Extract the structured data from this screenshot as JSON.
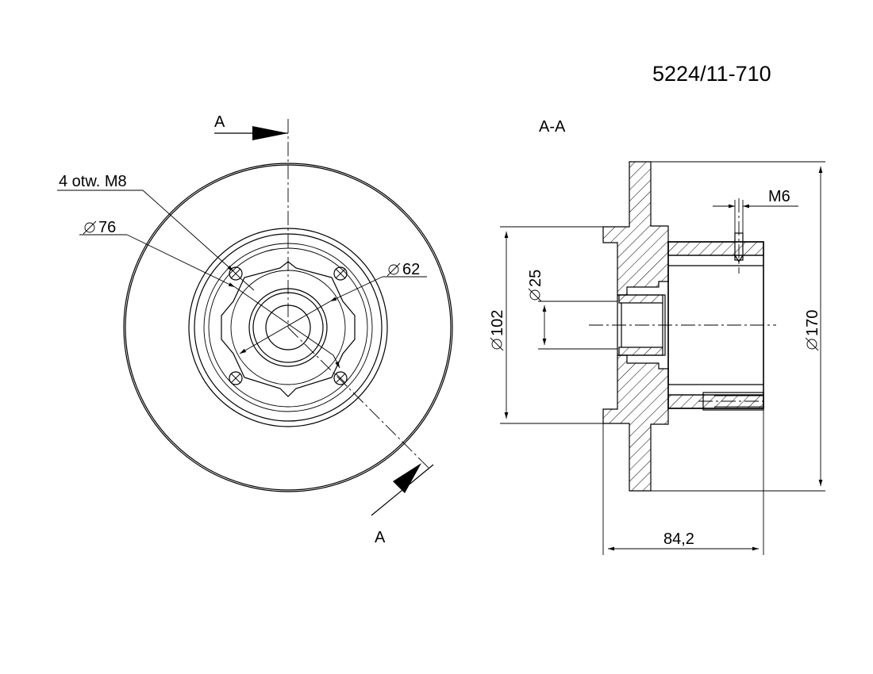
{
  "drawing": {
    "number": "5224/11-710",
    "section_mark_top": "A",
    "section_mark_bottom": "A",
    "section_title": "A-A",
    "holes_label": "4 otw. M8",
    "dim_d76": "76",
    "dim_d62": "62",
    "dim_d25": "25",
    "dim_d102": "102",
    "dim_d170": "170",
    "dim_m6": "M6",
    "dim_length": "84,2"
  },
  "symbols": {
    "diameter": "diameter-symbol"
  }
}
